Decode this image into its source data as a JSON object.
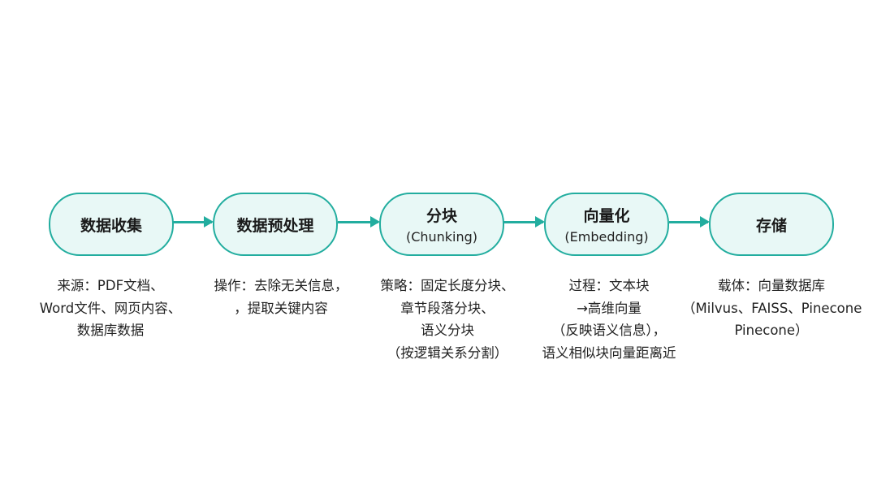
{
  "steps": [
    {
      "title": "数据收集",
      "subtitle": null,
      "desc": [
        "来源：PDF文档、",
        "Word文件、网页内容、",
        "数据库数据"
      ]
    },
    {
      "title": "数据预处理",
      "subtitle": null,
      "desc": [
        "操作：去除无关信息，",
        "，提取关键内容"
      ]
    },
    {
      "title": "分块",
      "subtitle": "(Chunking)",
      "desc": [
        "策略：固定长度分块、",
        "章节段落分块、",
        "语义分块",
        "（按逻辑关系分割）"
      ]
    },
    {
      "title": "向量化",
      "subtitle": "(Embedding)",
      "desc": [
        "过程：文本块",
        "→高维向量",
        "（反映语义信息），",
        "语义相似块向量距离近"
      ]
    },
    {
      "title": "存储",
      "subtitle": null,
      "desc": [
        "载体：向量数据库",
        "（Milvus、FAISS、Pinecone",
        "Pinecone）"
      ]
    }
  ],
  "colors": {
    "accent": "#22ad9f",
    "fill": "#e8f8f6"
  }
}
